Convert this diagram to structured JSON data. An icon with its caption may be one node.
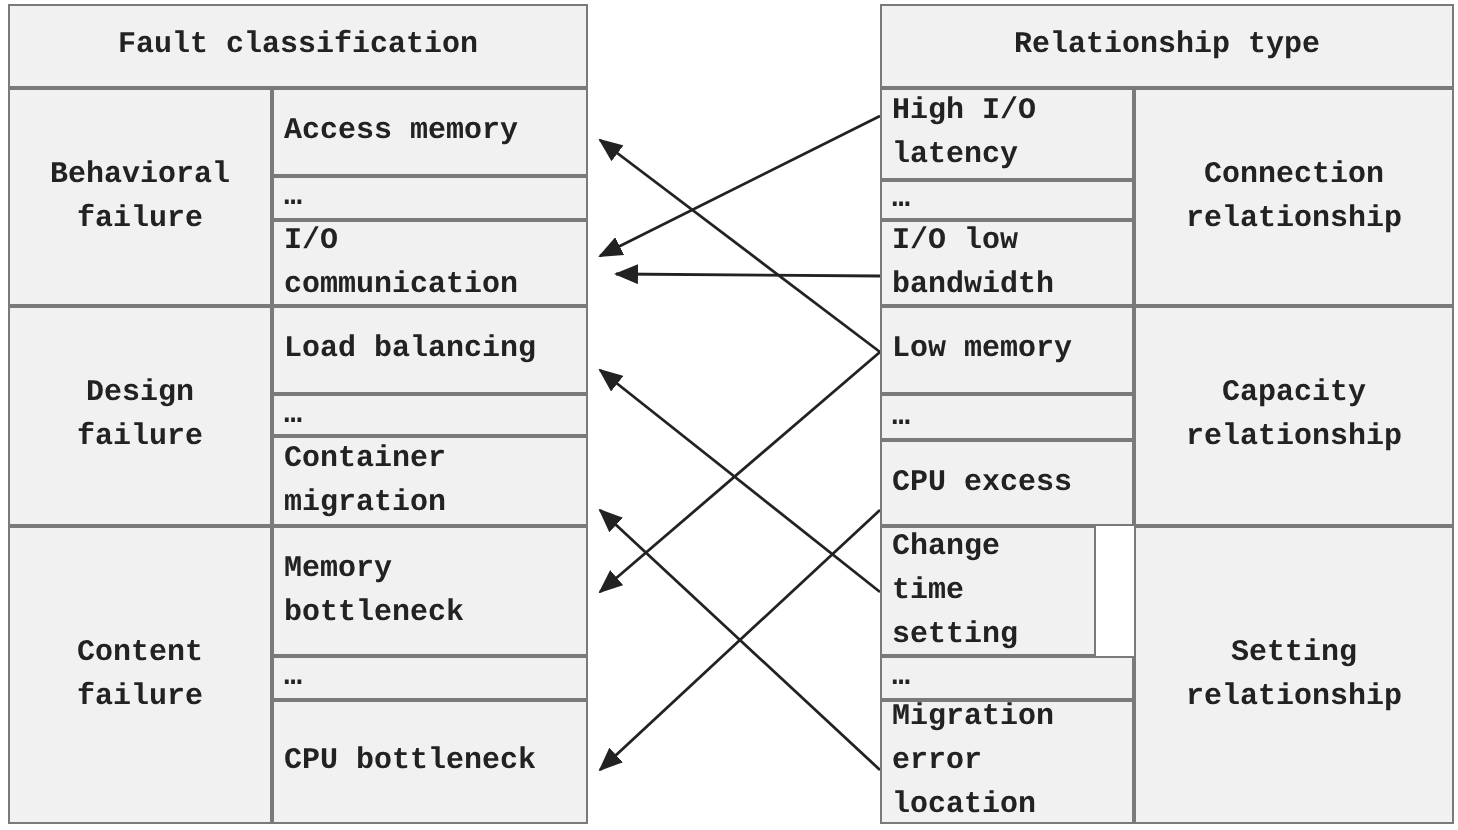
{
  "diagram": {
    "nodes": [
      {
        "text": [
          "Fault classification"
        ]
      },
      {
        "text": [
          "Behavioral failure"
        ]
      },
      {
        "text": [
          "Access memory"
        ]
      },
      {
        "text": [
          "…"
        ]
      },
      {
        "text": [
          "I/O communication"
        ]
      },
      {
        "text": [
          "Design failure"
        ]
      },
      {
        "text": [
          "Load balancing"
        ]
      },
      {
        "text": [
          "…"
        ]
      },
      {
        "text": [
          "Container migration"
        ]
      },
      {
        "text": [
          "Content failure"
        ]
      },
      {
        "text": [
          "Memory bottleneck"
        ]
      },
      {
        "text": [
          "…"
        ]
      },
      {
        "text": [
          "CPU bottleneck"
        ]
      },
      {
        "text": [
          "Relationship type"
        ]
      },
      {
        "text": [
          "High I/O latency"
        ]
      },
      {
        "text": [
          "…"
        ]
      },
      {
        "text": [
          "I/O low bandwidth"
        ]
      },
      {
        "text": [
          "Connection relationship"
        ]
      },
      {
        "text": [
          "Low memory"
        ]
      },
      {
        "text": [
          "…"
        ]
      },
      {
        "text": [
          "CPU excess"
        ]
      },
      {
        "text": [
          "Capacity relationship"
        ]
      },
      {
        "text": [
          "Change time setting"
        ]
      },
      {
        "text": [
          "…"
        ]
      },
      {
        "text": [
          "Migration error location"
        ]
      },
      {
        "text": [
          "Setting relationship"
        ]
      }
    ],
    "edges": [
      {
        "from": 14,
        "to": 4,
        "arrow": "to"
      },
      {
        "from": 16,
        "to": 4,
        "arrow": "to"
      },
      {
        "from": 18,
        "to": 2,
        "arrow": "to"
      },
      {
        "from": 18,
        "to": 10,
        "arrow": "to"
      },
      {
        "from": 22,
        "to": 6,
        "arrow": "to"
      },
      {
        "from": 20,
        "to": 12,
        "arrow": "to"
      },
      {
        "from": 24,
        "to": 8,
        "arrow": "to"
      }
    ]
  }
}
